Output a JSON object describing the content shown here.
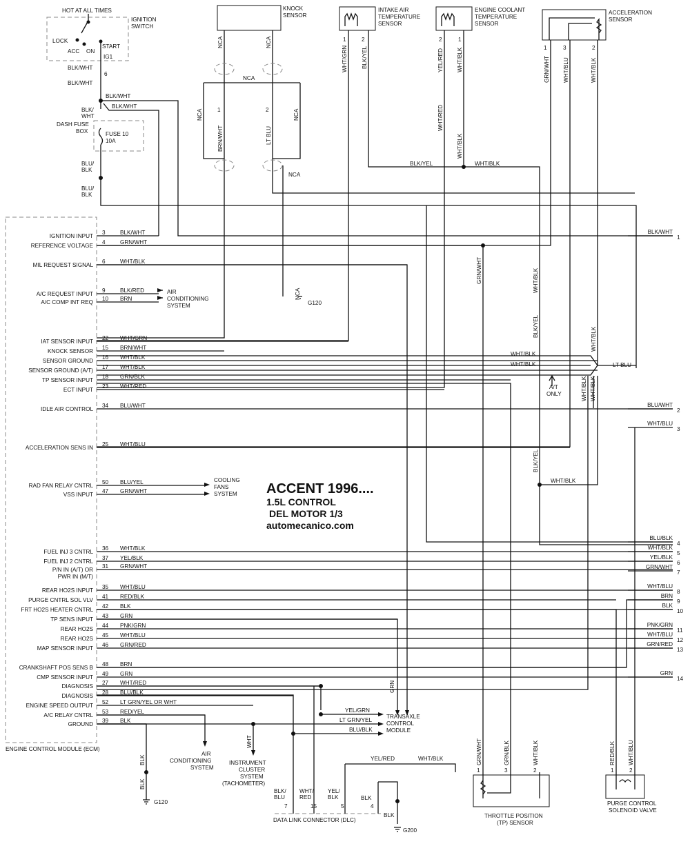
{
  "title": {
    "main": "ACCENT 1996....",
    "line2": "1.5L CONTROL",
    "line3": "DEL MOTOR 1/3",
    "site": "automecanico.com"
  },
  "top": {
    "hot_at_all_times": "HOT AT ALL TIMES",
    "ignition_switch": [
      "IGNITION",
      "SWITCH"
    ],
    "lock": "LOCK",
    "acc": "ACC",
    "on": "ON",
    "start": "START",
    "ig1": "IG1",
    "blk_wht": "BLK/WHT",
    "pin6": "6",
    "blk_wht_split": [
      "BLK/",
      "WHT"
    ],
    "dash_fuse_box": [
      "DASH FUSE",
      "BOX"
    ],
    "fuse": [
      "FUSE 10",
      "10A"
    ],
    "blu_blk": [
      "BLU/",
      "BLK"
    ]
  },
  "sensors": {
    "knock": "KNOCK SENSOR",
    "knock_lines": [
      "KNOCK",
      "SENSOR"
    ],
    "iat_lines": [
      "INTAKE AIR",
      "TEMPERATURE",
      "SENSOR"
    ],
    "ect_lines": [
      "ENGINE COOLANT",
      "TEMPERATURE",
      "SENSOR"
    ],
    "accel_lines": [
      "ACCELERATION",
      "SENSOR"
    ],
    "nca": "NCA",
    "brn_wht": "BRN/WHT",
    "lt_blu": "LT BLU",
    "pin1": "1",
    "pin2": "2",
    "pin3": "3",
    "iat_wires": [
      "WHT/GRN",
      "BLK/YEL"
    ],
    "ect_wires": [
      "YEL/RED",
      "WHT/BLK"
    ],
    "accel_wires": [
      "GRN/WHT",
      "WHT/BLU",
      "WHT/BLK"
    ],
    "wht_red": "WHT/RED",
    "wht_blk": "WHT/BLK",
    "blk_yel": "BLK/YEL",
    "grn_wht": "GRN/WHT",
    "g120": "G120",
    "g200": "G200"
  },
  "ecm": {
    "label": "ENGINE CONTROL MODULE (ECM)",
    "pins": [
      {
        "name": "IGNITION INPUT",
        "pin": "3",
        "wire": "BLK/WHT"
      },
      {
        "name": "REFERENCE VOLTAGE",
        "pin": "4",
        "wire": "GRN/WHT"
      },
      {
        "name": "MIL REQUEST SIGNAL",
        "pin": "6",
        "wire": "WHT/BLK"
      },
      {
        "name": "A/C REQUEST INPUT",
        "pin": "9",
        "wire": "BLK/RED"
      },
      {
        "name": "A/C COMP INT REQ",
        "pin": "10",
        "wire": "BRN"
      },
      {
        "name": "IAT SENSOR INPUT",
        "pin": "22",
        "wire": "WHT/GRN"
      },
      {
        "name": "KNOCK SENSOR",
        "pin": "15",
        "wire": "BRN/WHT"
      },
      {
        "name": "SENSOR GROUND",
        "pin": "16",
        "wire": "WHT/BLK"
      },
      {
        "name": "SENSOR GROUND (A/T)",
        "pin": "17",
        "wire": "WHT/BLK"
      },
      {
        "name": "TP SENSOR INPUT",
        "pin": "18",
        "wire": "GRN/BLK"
      },
      {
        "name": "ECT INPUT",
        "pin": "23",
        "wire": "WHT/RED"
      },
      {
        "name": "IDLE AIR CONTROL",
        "pin": "34",
        "wire": "BLU/WHT"
      },
      {
        "name": "ACCELERATION SENS IN",
        "pin": "25",
        "wire": "WHT/BLU"
      },
      {
        "name": "RAD FAN RELAY CNTRL",
        "pin": "50",
        "wire": "BLU/YEL"
      },
      {
        "name": "VSS INPUT",
        "pin": "47",
        "wire": "GRN/WHT"
      },
      {
        "name": "FUEL INJ 3 CNTRL",
        "pin": "36",
        "wire": "WHT/BLK"
      },
      {
        "name": "FUEL INJ 2 CNTRL",
        "pin": "37",
        "wire": "YEL/BLK"
      },
      {
        "name": "P/N IN (A/T) OR",
        "pin": "31",
        "wire": "GRN/WHT"
      },
      {
        "name": "PWR IN (M/T)",
        "pin": "",
        "wire": ""
      },
      {
        "name": "REAR HO2S INPUT",
        "pin": "35",
        "wire": "WHT/BLU"
      },
      {
        "name": "PURGE CNTRL SOL VLV",
        "pin": "41",
        "wire": "RED/BLK"
      },
      {
        "name": "FRT HO2S HEATER CNTRL",
        "pin": "42",
        "wire": "BLK"
      },
      {
        "name": "TP SENS INPUT",
        "pin": "43",
        "wire": "GRN"
      },
      {
        "name": "REAR HO2S",
        "pin": "44",
        "wire": "PNK/GRN"
      },
      {
        "name": "REAR HO2S",
        "pin": "45",
        "wire": "WHT/BLU"
      },
      {
        "name": "MAP SENSOR INPUT",
        "pin": "46",
        "wire": "GRN/RED"
      },
      {
        "name": "CRANKSHAFT POS SENS B",
        "pin": "48",
        "wire": "BRN"
      },
      {
        "name": "CMP SENSOR INPUT",
        "pin": "49",
        "wire": "GRN"
      },
      {
        "name": "DIAGNOSIS",
        "pin": "27",
        "wire": "WHT/RED"
      },
      {
        "name": "DIAGNOSIS",
        "pin": "28",
        "wire": "BLU/BLK"
      },
      {
        "name": "ENGINE SPEED OUTPUT",
        "pin": "52",
        "wire": "LT GRN/YEL OR WHT"
      },
      {
        "name": "A/C RELAY CNTRL",
        "pin": "53",
        "wire": "RED/YEL"
      },
      {
        "name": "GROUND",
        "pin": "39",
        "wire": "BLK"
      }
    ]
  },
  "right_edge": [
    {
      "wire": "BLK/WHT",
      "num": "1"
    },
    {
      "wire": "BLU/WHT",
      "num": "2"
    },
    {
      "wire": "WHT/BLU",
      "num": "3"
    },
    {
      "wire": "BLU/BLK",
      "num": "4"
    },
    {
      "wire": "WHT/BLK",
      "num": "5"
    },
    {
      "wire": "YEL/BLK",
      "num": "6"
    },
    {
      "wire": "GRN/WHT",
      "num": "7"
    },
    {
      "wire": "WHT/BLU",
      "num": "8"
    },
    {
      "wire": "BRN",
      "num": "9"
    },
    {
      "wire": "BLK",
      "num": "10"
    },
    {
      "wire": "PNK/GRN",
      "num": "11"
    },
    {
      "wire": "WHT/BLU",
      "num": "12"
    },
    {
      "wire": "GRN/RED",
      "num": "13"
    },
    {
      "wire": "GRN",
      "num": "14"
    }
  ],
  "destinations": {
    "air_conditioning": [
      "AIR",
      "CONDITIONING",
      "SYSTEM"
    ],
    "cooling_fans": [
      "COOLING",
      "FANS",
      "SYSTEM"
    ],
    "transaxle": [
      "TRANSAXLE",
      "CONTROL",
      "MODULE"
    ],
    "air_conditioning_bottom": [
      "AIR",
      "CONDITIONING",
      "SYSTEM"
    ],
    "instrument_cluster": [
      "INSTRUMENT",
      "CLUSTER",
      "SYSTEM",
      "(TACHOMETER)"
    ],
    "at_only": [
      "A/T",
      "ONLY"
    ],
    "lt_blu": "LT BLU",
    "yel_grn": "YEL/GRN",
    "lt_grn_yel": "LT GRN/YEL",
    "blu_blk": "BLU/BLK",
    "wht": "WHT",
    "grn": "GRN",
    "blk": "BLK"
  },
  "bottom": {
    "dlc": "DATA LINK CONNECTOR (DLC)",
    "dlc_pins": [
      {
        "wire": [
          "BLK/",
          "BLU"
        ],
        "pin": "7"
      },
      {
        "wire": [
          "WHT/",
          "RED"
        ],
        "pin": "15"
      },
      {
        "wire": [
          "YEL/",
          "BLK"
        ],
        "pin": "5"
      },
      {
        "wire": [
          "BLK"
        ],
        "pin": "4"
      }
    ],
    "tp_sensor": [
      "THROTTLE POSITION",
      "(TP) SENSOR"
    ],
    "tp_wires": [
      "GRN/WHT",
      "GRN/BLK",
      "WHT/BLK"
    ],
    "tp_pins": [
      "1",
      "3",
      "2"
    ],
    "purge_valve": [
      "PURGE CONTROL",
      "SOLENOID VALVE"
    ],
    "purge_wires": [
      "RED/BLK",
      "WHT/BLU"
    ],
    "purge_pins": [
      "1",
      "2"
    ],
    "yel_red": "YEL/RED",
    "wht_blk": "WHT/BLK"
  }
}
